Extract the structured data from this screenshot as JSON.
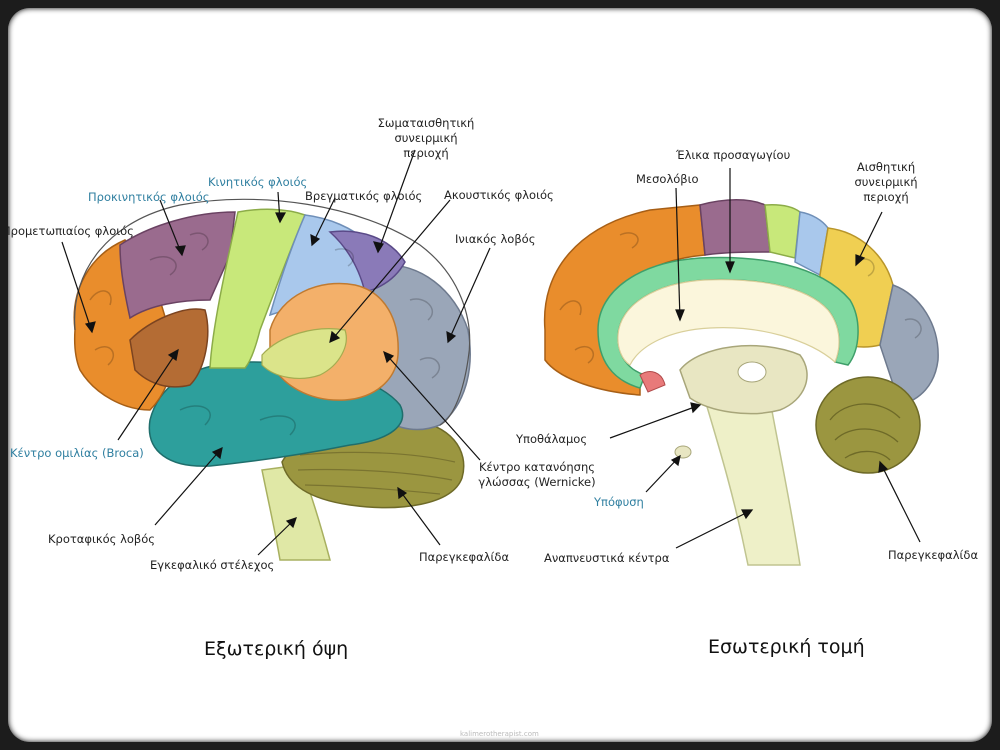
{
  "left": {
    "caption": "Εξωτερική όψη",
    "labels": {
      "somatic": [
        "Σωματαισθητική",
        "συνειρμική",
        "περιοχή"
      ],
      "premotor": "Προκινητικός φλοιός",
      "motor": "Κινητικός φλοιός",
      "parietal": "Βρεγματικός φλοιός",
      "auditory": "Ακουστικός φλοιός",
      "prefrontal": "Προμετωπιαίος φλοιός",
      "occipital": "Ινιακός λοβός",
      "broca": "Κέντρο ομιλίας (Broca)",
      "wernicke": [
        "Κέντρο κατανόησης",
        "γλώσσας (Wernicke)"
      ],
      "temporal": "Κροταφικός λοβός",
      "cerebellum": "Παρεγκεφαλίδα",
      "brainstem": "Εγκεφαλικό στέλεχος"
    }
  },
  "right": {
    "caption": "Εσωτερική τομή",
    "labels": {
      "cingulate": "Έλικα προσαγωγίου",
      "corpus": "Μεσολόβιο",
      "sensory": [
        "Αισθητική",
        "συνειρμική",
        "περιοχή"
      ],
      "hypothalamus": "Υποθάλαμος",
      "pituitary": "Υπόφυση",
      "respiratory": "Αναπνευστικά κέντρα",
      "cerebellum": "Παρεγκεφαλίδα"
    }
  },
  "watermark": "kalimerotherapist.com",
  "colors": {
    "frontal_orange": "#e98d2c",
    "premotor_purple": "#9a6b8e",
    "motor_green": "#c8e87a",
    "parietal_blue": "#a9c8ec",
    "occipital_gray": "#9aa6b8",
    "temporal_teal": "#2d9f9c",
    "cerebellum_olive": "#9b9640",
    "corpus_green": "#7fd9a0"
  }
}
